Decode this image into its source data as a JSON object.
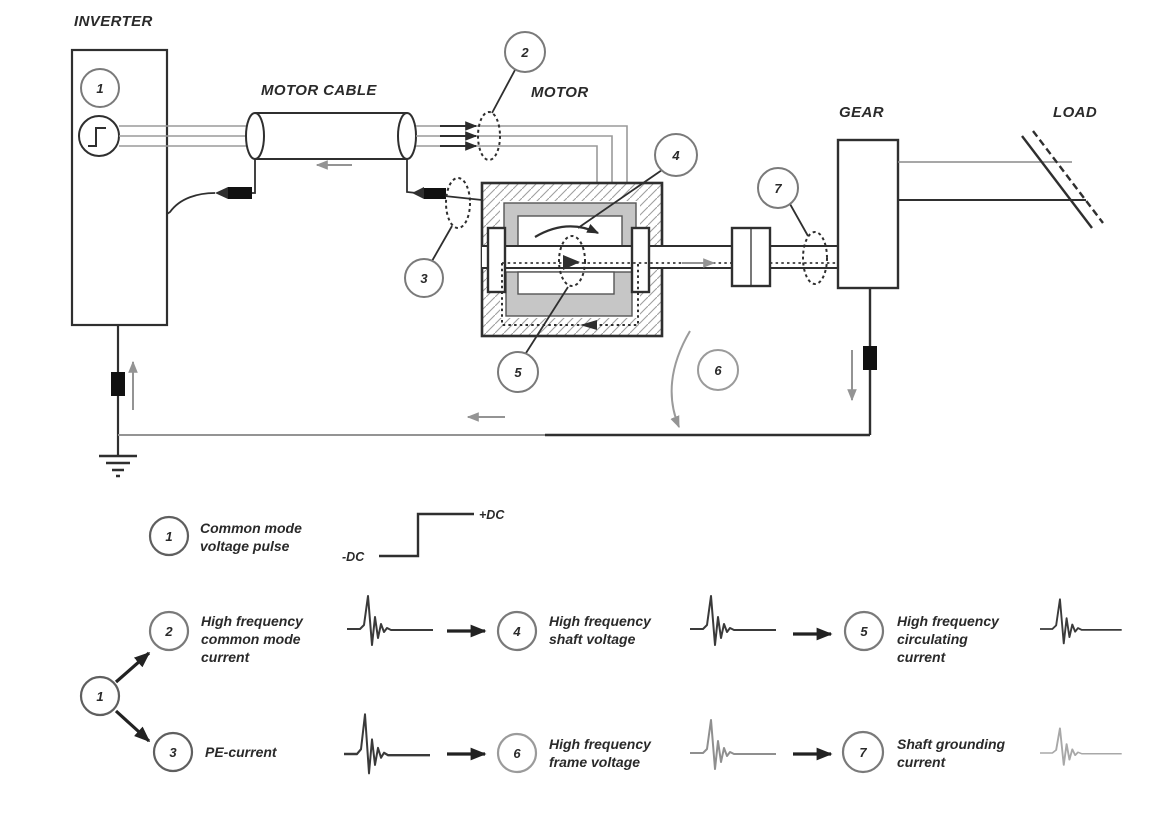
{
  "diagram": {
    "labels": {
      "inverter": "INVERTER",
      "motor_cable": "MOTOR CABLE",
      "motor": "MOTOR",
      "gear": "GEAR",
      "load": "LOAD"
    },
    "callouts": {
      "c1": "1",
      "c2": "2",
      "c3": "3",
      "c4": "4",
      "c5": "5",
      "c6": "6",
      "c7": "7"
    },
    "icons": {
      "pulse": "step-pulse-symbol",
      "ground": "earth-ground-symbol",
      "wavelet": "high-frequency-ringing-waveform",
      "ferrite": "current-measurement-block"
    }
  },
  "legend": {
    "plus_dc": "+DC",
    "minus_dc": "-DC",
    "items": [
      {
        "num": "1",
        "lines": [
          "Common mode",
          "voltage pulse"
        ]
      },
      {
        "num": "2",
        "lines": [
          "High frequency",
          "common mode",
          "current"
        ]
      },
      {
        "num": "3",
        "lines": [
          "PE-current"
        ]
      },
      {
        "num": "4",
        "lines": [
          "High frequency",
          "shaft voltage"
        ]
      },
      {
        "num": "5",
        "lines": [
          "High frequency",
          "circulating",
          "current"
        ]
      },
      {
        "num": "6",
        "lines": [
          "High frequency",
          "frame voltage"
        ]
      },
      {
        "num": "7",
        "lines": [
          "Shaft grounding",
          "current"
        ]
      }
    ]
  },
  "colors": {
    "line_dark": "#2f2f2f",
    "line_gray": "#949494",
    "stator_fill": "#c6c6c6",
    "component_black": "#111111",
    "waveform_dark": "#3a3a3a",
    "waveform_gray": "#8f8f8f",
    "waveform_light": "#a8a8a8",
    "callout_circle": "#7a7a7a"
  }
}
